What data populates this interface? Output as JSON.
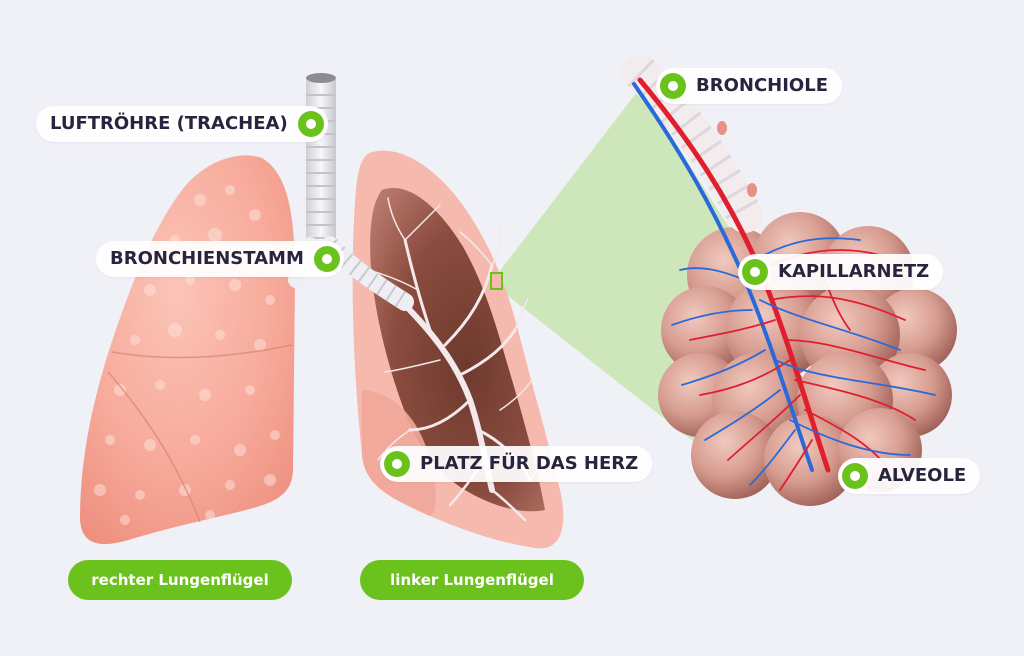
{
  "labels": {
    "trachea": "LUFTRÖHRE (TRACHEA)",
    "bronchial_trunk": "BRONCHIENSTAMM",
    "heart_space": "PLATZ FÜR DAS HERZ",
    "bronchiole": "BRONCHIOLE",
    "capillary_net": "KAPILLARNETZ",
    "alveole": "ALVEOLE"
  },
  "captions": {
    "right_lung": "rechter Lungenflügel",
    "left_lung": "linker Lungenflügel"
  },
  "colors": {
    "background": "#f0f1f6",
    "accent": "#6cc21d",
    "label_text": "#27253d",
    "lung_pink": "#f4a497",
    "artery_red": "#e01f2e",
    "vein_blue": "#2a6ad8",
    "zoom_area": "#c9e6b4"
  },
  "icons": [
    "marker-dot-icon"
  ]
}
